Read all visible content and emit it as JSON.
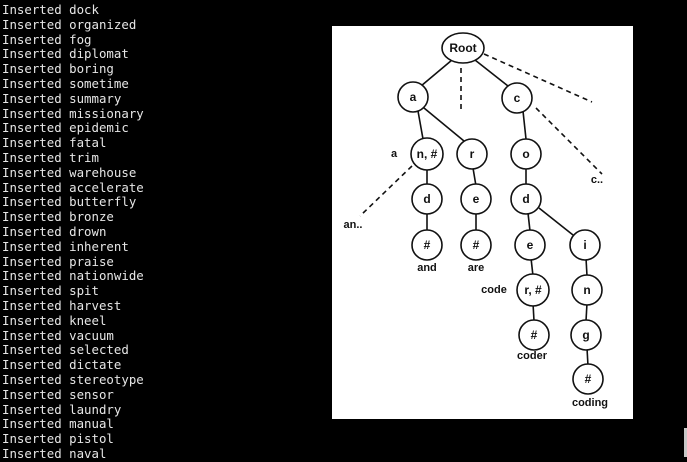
{
  "terminal": {
    "lines": [
      "Inserted dock",
      "Inserted organized",
      "Inserted fog",
      "Inserted diplomat",
      "Inserted boring",
      "Inserted sometime",
      "Inserted summary",
      "Inserted missionary",
      "Inserted epidemic",
      "Inserted fatal",
      "Inserted trim",
      "Inserted warehouse",
      "Inserted accelerate",
      "Inserted butterfly",
      "Inserted bronze",
      "Inserted drown",
      "Inserted inherent",
      "Inserted praise",
      "Inserted nationwide",
      "Inserted spit",
      "Inserted harvest",
      "Inserted kneel",
      "Inserted vacuum",
      "Inserted selected",
      "Inserted dictate",
      "Inserted stereotype",
      "Inserted sensor",
      "Inserted laundry",
      "Inserted manual",
      "Inserted pistol",
      "Inserted naval"
    ]
  },
  "trie": {
    "nodes": {
      "root": "Root",
      "a": "a",
      "c": "c",
      "an": "n, #",
      "r": "r",
      "o": "o",
      "d1": "d",
      "e1": "e",
      "d2": "d",
      "h_and": "#",
      "h_are": "#",
      "e2": "e",
      "i": "i",
      "r2": "r, #",
      "n": "n",
      "h_coder": "#",
      "g": "g",
      "h_coding": "#"
    },
    "labels": {
      "a_side": "a",
      "an_more": "an..",
      "c_more": "c..",
      "and": "and",
      "are": "are",
      "code": "code",
      "coder": "coder",
      "coding": "coding"
    }
  }
}
